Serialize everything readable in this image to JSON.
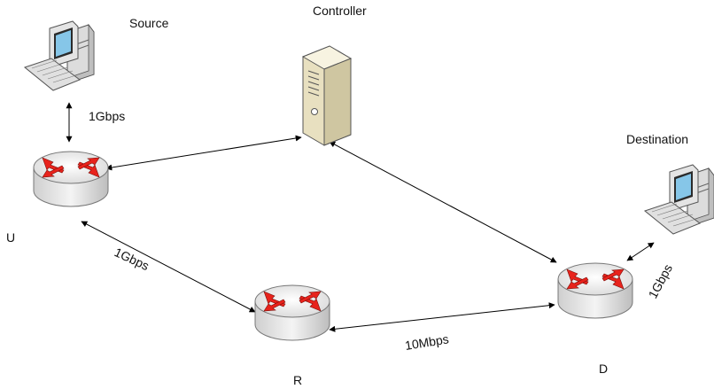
{
  "nodes": {
    "source": {
      "label": "Source",
      "icon": "desktop-computer-icon"
    },
    "controller": {
      "label": "Controller",
      "icon": "server-tower-icon"
    },
    "destination": {
      "label": "Destination",
      "icon": "desktop-computer-icon"
    },
    "u": {
      "label": "U",
      "icon": "router-icon"
    },
    "r": {
      "label": "R",
      "icon": "router-icon"
    },
    "d": {
      "label": "D",
      "icon": "router-icon"
    }
  },
  "links": {
    "source_u": {
      "label": "1Gbps"
    },
    "u_r": {
      "label": "1Gbps"
    },
    "r_d": {
      "label": "10Mbps"
    },
    "d_destination": {
      "label": "1Gbps"
    },
    "controller_u": {
      "label": ""
    },
    "controller_d": {
      "label": ""
    }
  },
  "colors": {
    "router_body": "#e6e6e6",
    "router_arrows": "#e8231c",
    "server_body": "#f2ecd2",
    "link_line": "#000000"
  }
}
